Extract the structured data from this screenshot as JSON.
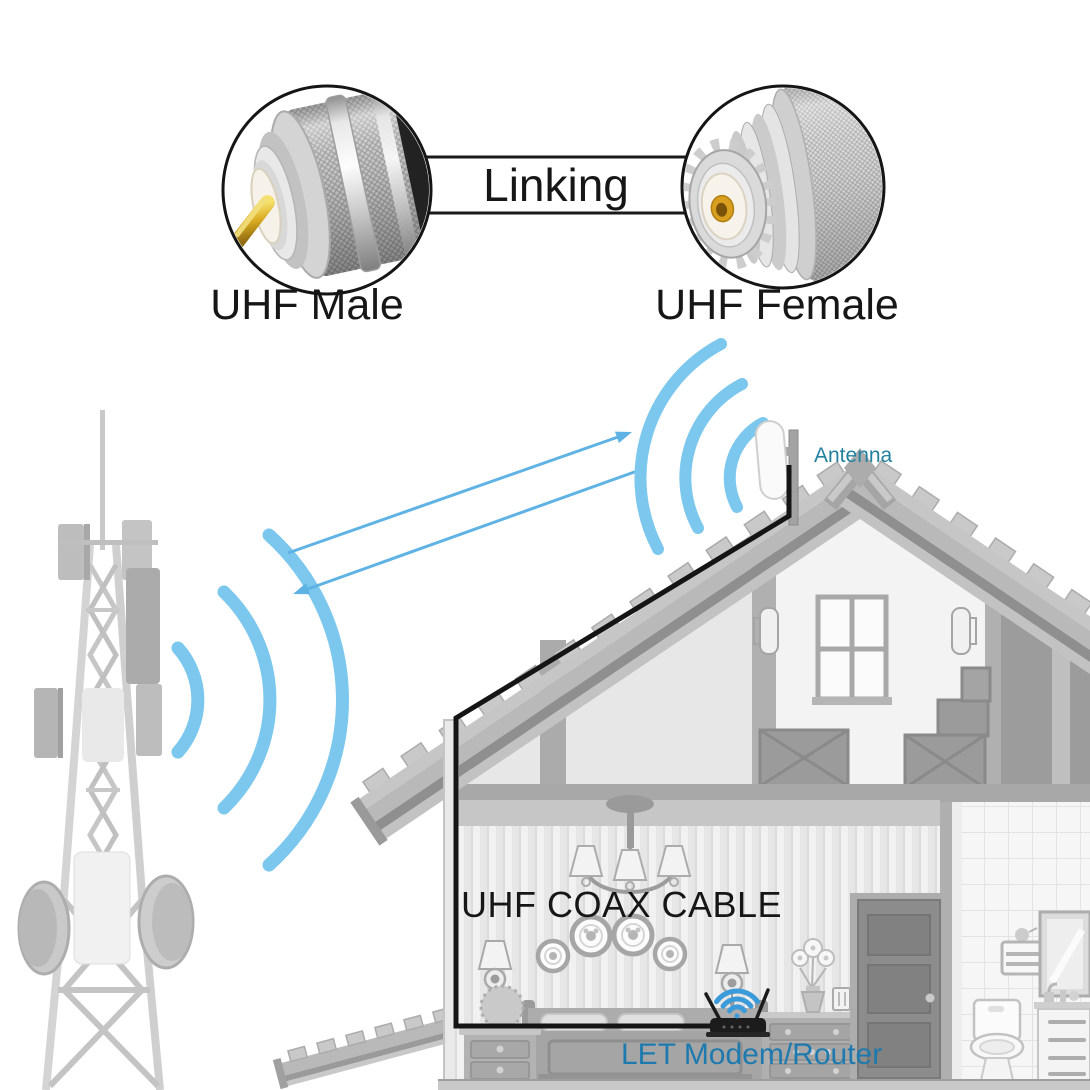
{
  "header": {
    "linking_label": "Linking",
    "uhf_male_label": "UHF Male",
    "uhf_female_label": "UHF Female"
  },
  "scene": {
    "antenna_label": "Antenna",
    "coax_cable_label": "UHF COAX CABLE",
    "modem_label": "LET Modem/Router"
  },
  "colors": {
    "signal_blue": "#7CC7EE",
    "arrow_blue": "#5FB3E4",
    "wifi_blue": "#3B9AD9",
    "antenna_text": "#23819F",
    "modem_text": "#1E7AAE",
    "label_black": "#161616",
    "cable_black": "#151515"
  }
}
